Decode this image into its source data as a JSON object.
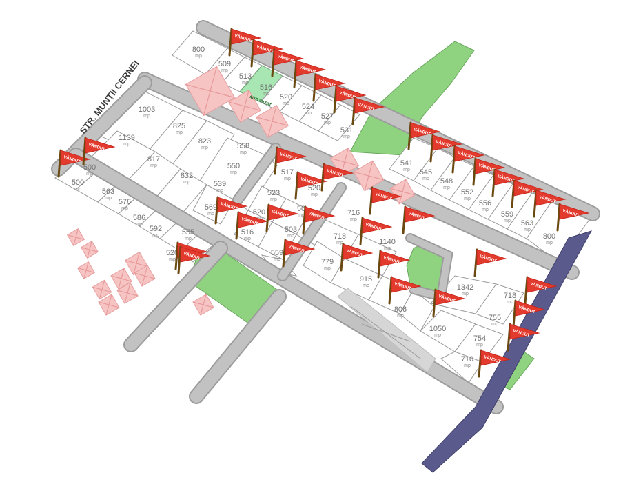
{
  "street_label": "STR. MUNȚII CERNEI",
  "unit": "mp",
  "sold_label": "VÂNDUT",
  "authorized_label": "AUTORIZAT",
  "colors": {
    "sold_flag": "#e33a2e",
    "park": "#8fd27f",
    "highway": "#5a5a8c",
    "reserved": "#f7c4c4",
    "authorized": "#a8e6b4",
    "road": "#c2c2c2"
  },
  "lots": [
    {
      "area": "800",
      "status": "available"
    },
    {
      "area": "509",
      "status": "sold"
    },
    {
      "area": "513",
      "status": "sold"
    },
    {
      "area": "516",
      "status": "authorized"
    },
    {
      "area": "520",
      "status": "sold"
    },
    {
      "area": "524",
      "status": "sold"
    },
    {
      "area": "527",
      "status": "sold"
    },
    {
      "area": "531",
      "status": "sold"
    },
    {
      "area": "1003",
      "status": "available"
    },
    {
      "area": "825",
      "status": "available"
    },
    {
      "area": "1139",
      "status": "available"
    },
    {
      "area": "823",
      "status": "available"
    },
    {
      "area": "558",
      "status": "available"
    },
    {
      "area": "817",
      "status": "available"
    },
    {
      "area": "550",
      "status": "available"
    },
    {
      "area": "500",
      "status": "sold"
    },
    {
      "area": "832",
      "status": "available"
    },
    {
      "area": "517",
      "status": "sold"
    },
    {
      "area": "539",
      "status": "available"
    },
    {
      "area": "520",
      "status": "sold"
    },
    {
      "area": "523",
      "status": "available"
    },
    {
      "area": "500",
      "status": "sold"
    },
    {
      "area": "563",
      "status": "available"
    },
    {
      "area": "576",
      "status": "available"
    },
    {
      "area": "569",
      "status": "sold"
    },
    {
      "area": "520",
      "status": "sold"
    },
    {
      "area": "50",
      "status": "sold"
    },
    {
      "area": "586",
      "status": "available"
    },
    {
      "area": "592",
      "status": "available"
    },
    {
      "area": "516",
      "status": "sold"
    },
    {
      "area": "503",
      "status": "available"
    },
    {
      "area": "555",
      "status": "sold"
    },
    {
      "area": "520",
      "status": "sold"
    },
    {
      "area": "559",
      "status": "sold"
    },
    {
      "area": "716",
      "status": "sold"
    },
    {
      "area": "718",
      "status": "sold"
    },
    {
      "area": "1140",
      "status": "sold"
    },
    {
      "area": "779",
      "status": "available"
    },
    {
      "area": "915",
      "status": "available"
    },
    {
      "area": "806",
      "status": "sold"
    },
    {
      "area": "541",
      "status": "sold"
    },
    {
      "area": "545",
      "status": "sold"
    },
    {
      "area": "548",
      "status": "sold"
    },
    {
      "area": "552",
      "status": "sold"
    },
    {
      "area": "556",
      "status": "sold"
    },
    {
      "area": "559",
      "status": "sold"
    },
    {
      "area": "563",
      "status": "sold"
    },
    {
      "area": "800",
      "status": "sold"
    },
    {
      "area": "1342",
      "status": "sold"
    },
    {
      "area": "718",
      "status": "sold"
    },
    {
      "area": "1050",
      "status": "available"
    },
    {
      "area": "755",
      "status": "sold"
    },
    {
      "area": "754",
      "status": "sold"
    },
    {
      "area": "710",
      "status": "sold"
    }
  ]
}
